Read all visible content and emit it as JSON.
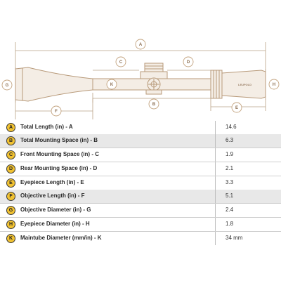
{
  "markers": [
    "A",
    "B",
    "C",
    "D",
    "E",
    "F",
    "G",
    "H",
    "K"
  ],
  "brand": "LEUPOLD",
  "specs": [
    {
      "letter": "A",
      "label": "Total Length (in) - A",
      "value": "14.6"
    },
    {
      "letter": "B",
      "label": "Total Mounting Space (in) - B",
      "value": "6.3"
    },
    {
      "letter": "C",
      "label": "Front Mounting Space (in) - C",
      "value": "1.9"
    },
    {
      "letter": "D",
      "label": "Rear Mounting Space (in) - D",
      "value": "2.1"
    },
    {
      "letter": "E",
      "label": "Eyepiece Length (in) - E",
      "value": "3.3"
    },
    {
      "letter": "F",
      "label": "Objective Length (in) - F",
      "value": "5.1"
    },
    {
      "letter": "G",
      "label": "Objective Diameter (in) - G",
      "value": "2.4"
    },
    {
      "letter": "H",
      "label": "Eyepiece Diameter (in) - H",
      "value": "1.8"
    },
    {
      "letter": "K",
      "label": "Maintube Diameter (mm/in) - K",
      "value": "34 mm"
    }
  ],
  "colors": {
    "badge": "#f1c232",
    "scope_outline": "#b89a7a",
    "shaded_row": "#e8e8e8"
  }
}
